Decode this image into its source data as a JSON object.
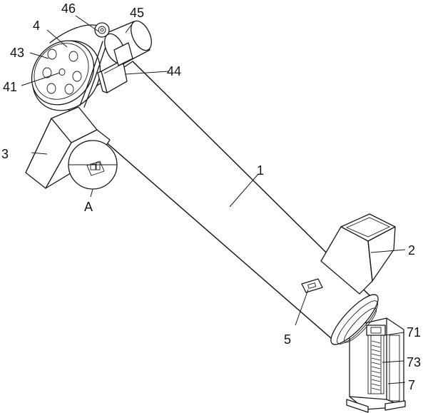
{
  "labels": {
    "tube": "1",
    "inlet_hopper": "2",
    "outlet_chute": "3",
    "pulley_assembly": "4",
    "pulley_hub": "41",
    "pulley_wheel": "43",
    "motor_bracket": "44",
    "motor": "45",
    "belt": "46",
    "window": "5",
    "support_stand": "7",
    "stand_top": "71",
    "screw_rod": "73",
    "detail_callout": "A"
  }
}
